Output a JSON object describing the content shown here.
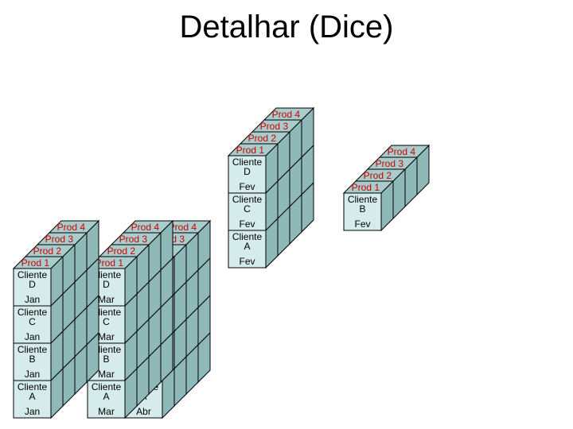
{
  "title": "Detalhar (Dice)",
  "colors": {
    "cube_front": "#d6ebeb",
    "cube_top": "#a9cccc",
    "cube_side": "#8fb8b8",
    "cube_stroke": "#000000",
    "prod_text": "#cc0000"
  },
  "products": [
    "Prod 1",
    "Prod 2",
    "Prod 3",
    "Prod 4"
  ],
  "clientes": [
    [
      "Cliente",
      "A"
    ],
    [
      "Cliente",
      "B"
    ],
    [
      "Cliente",
      "C"
    ],
    [
      "Cliente",
      "D"
    ]
  ],
  "cubes": [
    {
      "id": "cube-fev-acd",
      "time_labels": [
        "Fev",
        "Fev",
        "Fev"
      ],
      "clientes": [
        0,
        2,
        3
      ]
    },
    {
      "id": "cube-fev-b",
      "time_labels": [
        "Fev"
      ],
      "clientes": [
        1
      ]
    },
    {
      "id": "cube-jan",
      "time_labels": [
        "Jan",
        "Jan",
        "Jan",
        "Jan"
      ],
      "clientes": [
        0,
        1,
        2,
        3
      ]
    },
    {
      "id": "cube-mar",
      "time_labels": [
        "Mar",
        "Mar",
        "Mar",
        "Mar"
      ],
      "clientes": [
        0,
        1,
        2,
        3
      ]
    },
    {
      "id": "cube-abr",
      "time_labels": [
        "Abr",
        "Abr",
        "Abr",
        "Abr"
      ],
      "clientes": [
        0,
        1,
        2,
        3
      ]
    }
  ]
}
